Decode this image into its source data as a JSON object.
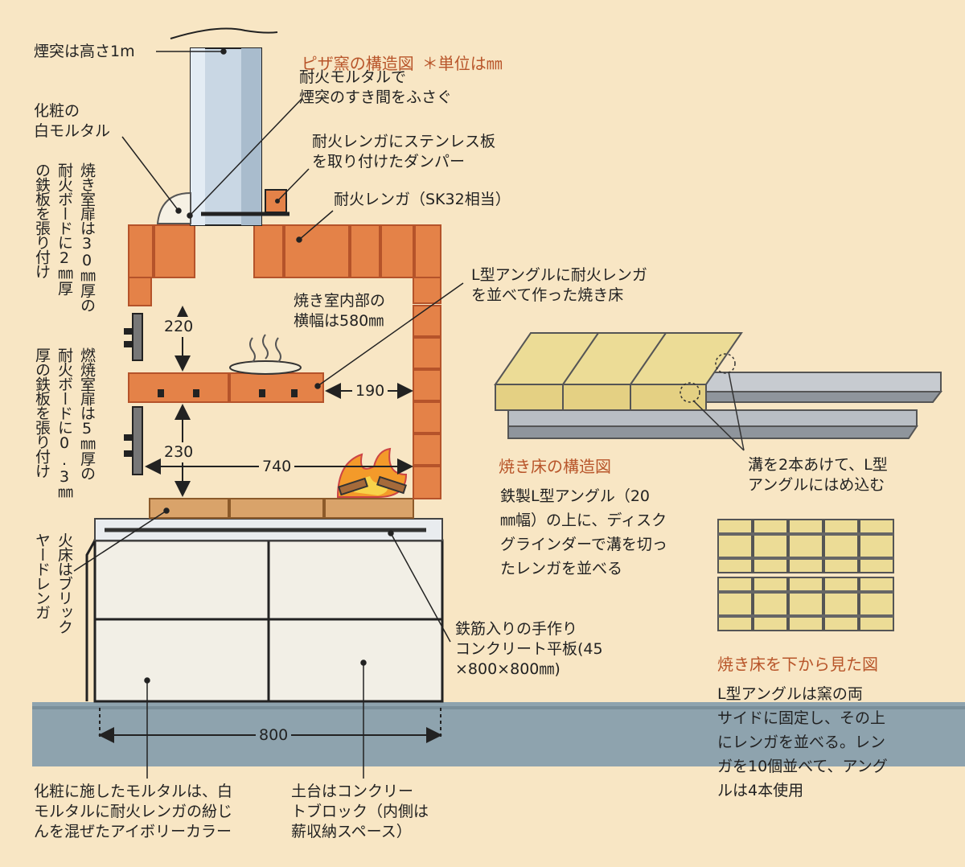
{
  "title": "ピザ窯の構造図",
  "unit_note": "＊単位は㎜",
  "labels": {
    "chimney": "煙突は高さ1m",
    "mortar_seal": "耐火モルタルで\n煙突のすき間をふさぐ",
    "white_mortar": "化粧の\n白モルタル",
    "damper": "耐火レンガにステンレス板\nを取り付けたダンパー",
    "firebrick": "耐火レンガ（SK32相当）",
    "bake_door": "焼き室扉は30㎜厚の\n耐火ボードに2㎜厚\nの鉄板を張り付け",
    "bake_floor": "L型アングルに耐火レンガ\nを並べて作った焼き床",
    "bake_width": "焼き室内部の\n横幅は580㎜",
    "fire_door": "燃焼室扉は5㎜厚の\n耐火ボードに0.3㎜\n厚の鉄板を張り付け",
    "hearth": "火床はブリック\nヤードレンガ",
    "slab": "鉄筋入りの手作り\nコンクリート平板(45\n×800×800㎜)",
    "finish_mortar": "化粧に施したモルタルは、白\nモルタルに耐火レンガの紛じ\nんを混ぜたアイボリーカラー",
    "base": "土台はコンクリー\nトブロック（内側は\n薪収納スペース）"
  },
  "dimensions": {
    "bake_height": "220",
    "fire_height": "230",
    "gap": "190",
    "inner_width": "740",
    "base_width": "800"
  },
  "floor_structure": {
    "heading": "焼き床の構造図",
    "groove_note": "溝を2本あけて、L型\nアングルにはめ込む",
    "description": "鉄製L型アングル（20\n㎜幅）の上に、ディスク\nグラインダーで溝を切っ\nたレンガを並べる"
  },
  "floor_bottom": {
    "heading": "焼き床を下から見た図",
    "description": "L型アングルは窯の両\nサイドに固定し、その上\nにレンガを並べる。レン\nガを10個並べて、アング\nルは4本使用"
  },
  "colors": {
    "background": "#f8e6c4",
    "brick": "#e48248",
    "firebrick_yellow": "#ecdc96",
    "steel": "#9fa4aa",
    "heading": "#b8552a"
  }
}
